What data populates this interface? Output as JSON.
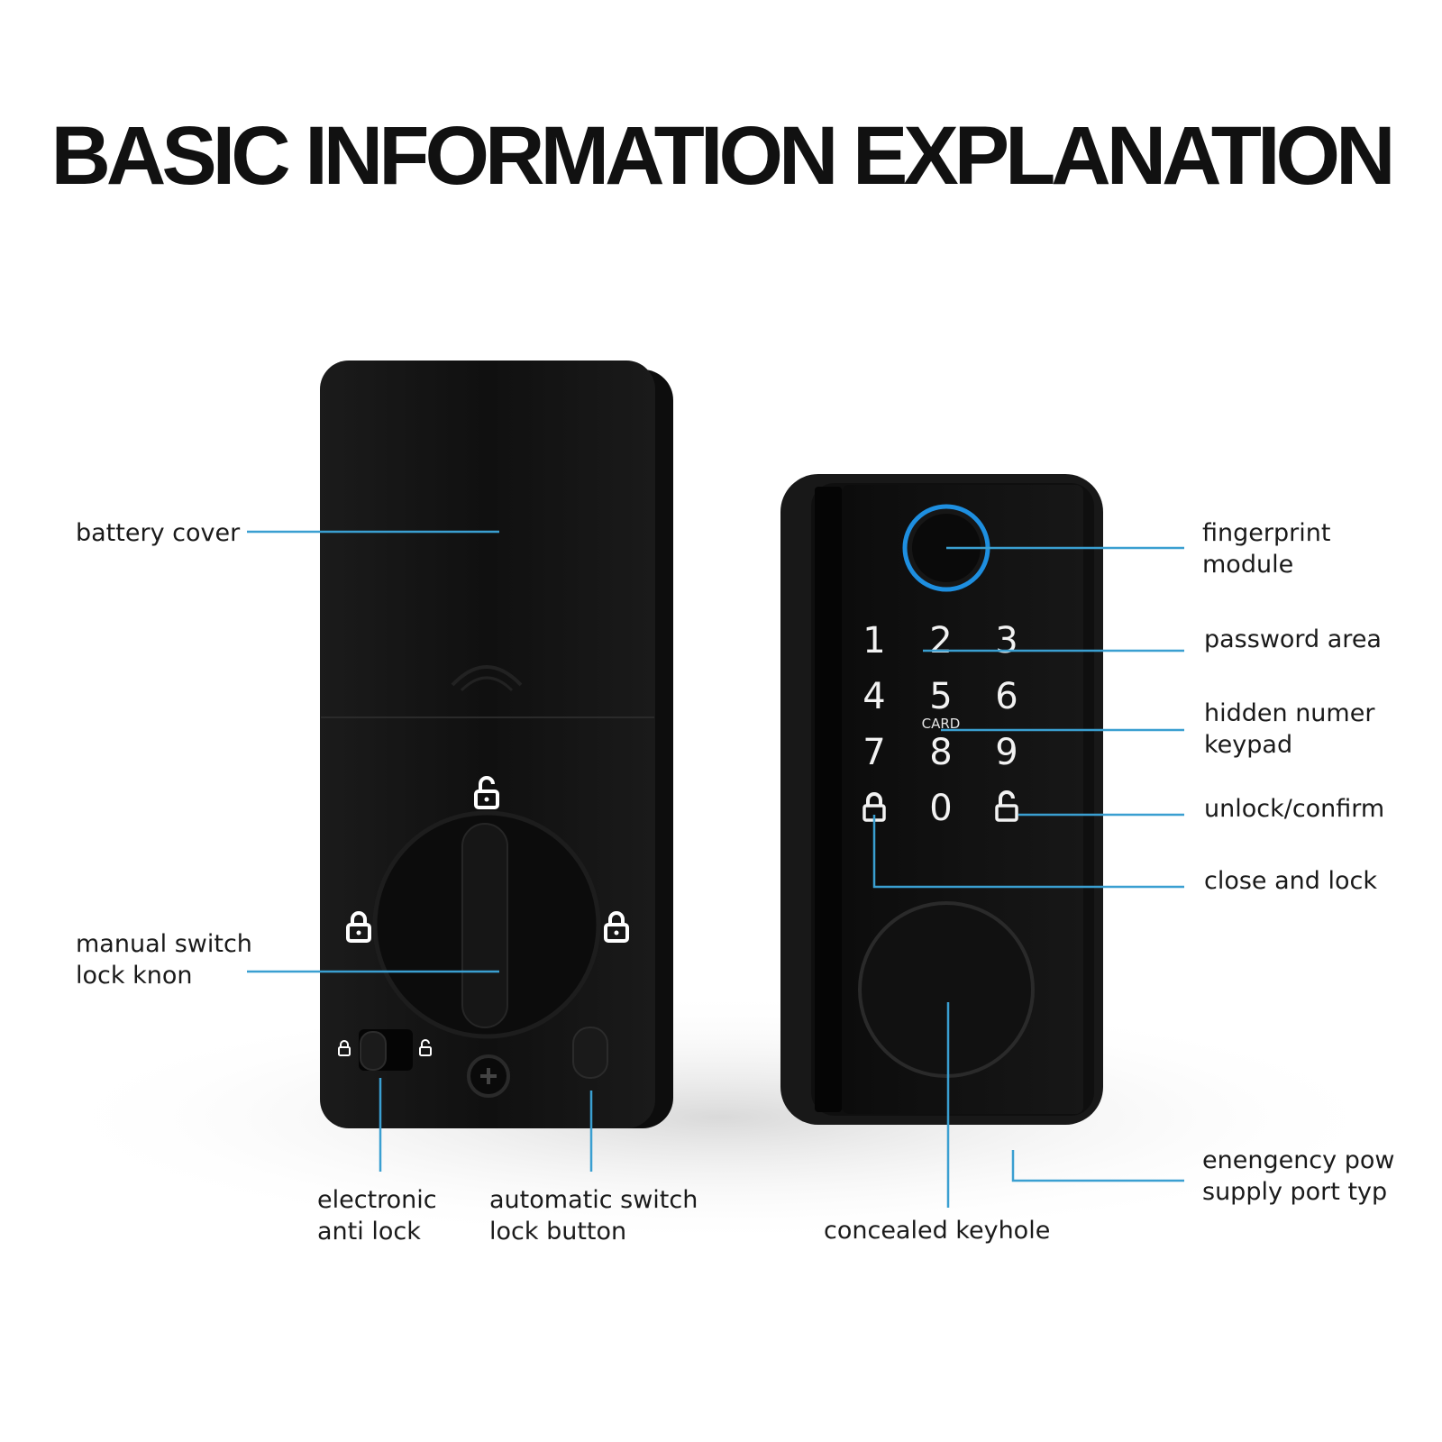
{
  "title": "BASIC INFORMATION EXPLANATION",
  "colors": {
    "leader_line": "#3a9fd1",
    "lock_body": "#121212",
    "fingerprint_ring": "#1e8fe0",
    "background": "#ffffff"
  },
  "labels": {
    "battery_cover": [
      "battery cover"
    ],
    "manual_switch": [
      "manual  switch",
      "lock knon"
    ],
    "electronic_anti_lock": [
      "electronic",
      "anti  lock"
    ],
    "automatic_switch": [
      "automatic switch",
      "lock button"
    ],
    "fingerprint_module": [
      "fingerprint",
      "module"
    ],
    "password_area": [
      "password area"
    ],
    "hidden_keypad": [
      "hidden numer",
      "keypad"
    ],
    "unlock_confirm": [
      "unlock/confirm"
    ],
    "close_and_lock": [
      "close and lock"
    ],
    "emergency_port": [
      "enengency pow",
      "supply port typ"
    ],
    "concealed_keyhole": [
      "concealed keyhole"
    ]
  },
  "keypad": {
    "keys": [
      "1",
      "2",
      "3",
      "4",
      "5",
      "6",
      "7",
      "8",
      "9",
      "0"
    ],
    "card_label": "CARD"
  },
  "icons": {
    "lock_closed": "lock-closed-icon",
    "lock_open": "lock-open-icon",
    "screw": "screw-icon",
    "fingerprint": "fingerprint-sensor-icon"
  }
}
